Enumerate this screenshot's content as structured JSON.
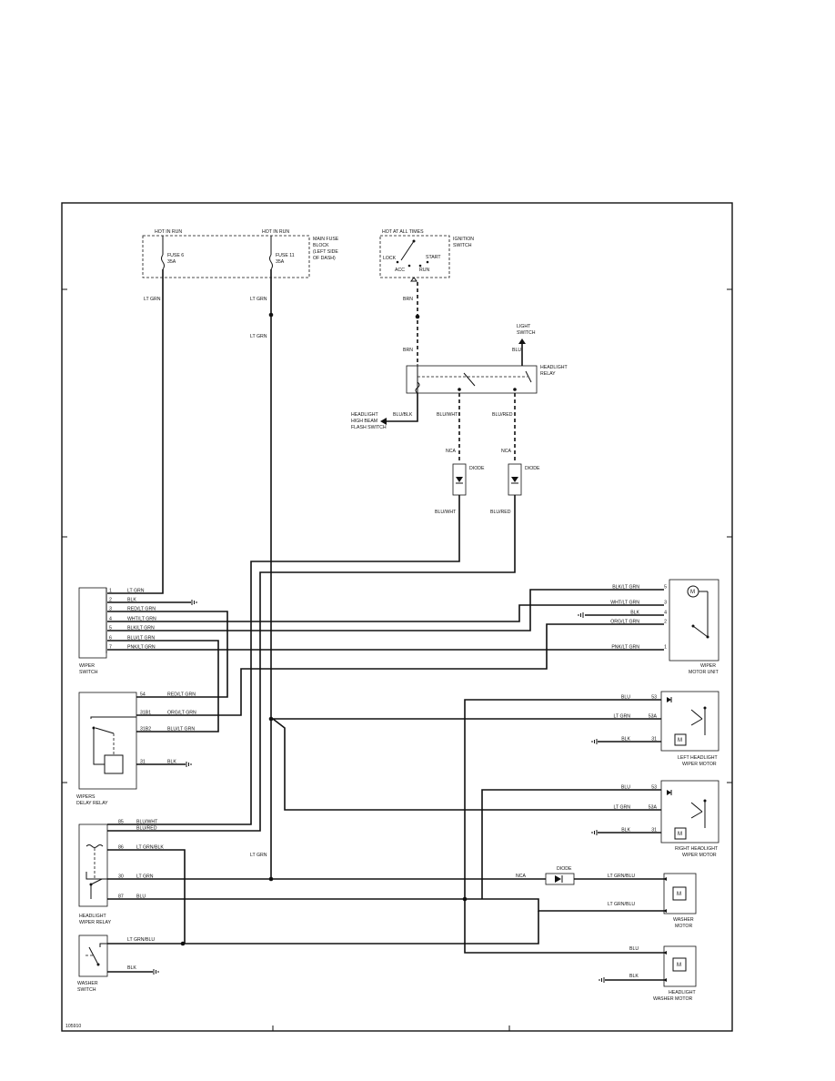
{
  "fuse_block": {
    "hot1": "HOT IN RUN",
    "hot2": "HOT IN RUN",
    "fuse6": "FUSE 6",
    "amp6": "35A",
    "fuse11": "FUSE 11",
    "amp11": "35A",
    "name": [
      "MAIN FUSE",
      "BLOCK",
      "(LEFT SIDE",
      "OF DASH)"
    ]
  },
  "ignition": {
    "hot": "HOT AT ALL TIMES",
    "name": [
      "IGNITION",
      "SWITCH"
    ],
    "lock": "LOCK",
    "start": "START",
    "acc": "ACC",
    "run": "RUN"
  },
  "headlight_relay": {
    "name": [
      "HEADLIGHT",
      "RELAY"
    ],
    "brn_top": "BRN",
    "brn_bot": "BRN",
    "light_switch": [
      "LIGHT",
      "SWITCH"
    ],
    "blu": "BLU",
    "blu_blk": "BLU/BLK",
    "flash": [
      "HEADLIGHT",
      "HIGH BEAM",
      "FLASH SWITCH"
    ],
    "blu_wht": "BLU/WHT",
    "blu_red": "BLU/RED"
  },
  "diodes": {
    "nca1": "NCA",
    "nca2": "NCA",
    "d1": "DIODE",
    "d2": "DIODE",
    "blu_wht": "BLU/WHT",
    "blu_red": "BLU/RED"
  },
  "wires": {
    "lt_grn_1": "LT GRN",
    "lt_grn_2": "LT GRN",
    "lt_grn_3": "LT GRN",
    "lt_grn_4": "LT GRN"
  },
  "wiper_switch": {
    "name": [
      "WIPER",
      "SWITCH"
    ],
    "pins": [
      {
        "n": "1",
        "c": "LT GRN"
      },
      {
        "n": "2",
        "c": "BLK"
      },
      {
        "n": "3",
        "c": "RED/LT GRN"
      },
      {
        "n": "4",
        "c": "WHT/LT GRN"
      },
      {
        "n": "5",
        "c": "BLK/LT GRN"
      },
      {
        "n": "6",
        "c": "BLU/LT GRN"
      },
      {
        "n": "7",
        "c": "PNK/LT GRN"
      }
    ]
  },
  "wiper_motor": {
    "name": [
      "WIPER",
      "MOTOR UNIT"
    ],
    "pins": [
      {
        "n": "5",
        "c": "BLK/LT GRN"
      },
      {
        "n": "3",
        "c": "WHT/LT GRN"
      },
      {
        "n": "4",
        "c": "BLK"
      },
      {
        "n": "2",
        "c": "ORG/LT GRN"
      },
      {
        "n": "1",
        "c": "PNK/LT GRN"
      }
    ]
  },
  "delay_relay": {
    "name": [
      "WIPERS",
      "DELAY RELAY"
    ],
    "pins": [
      {
        "n": "54",
        "c": "RED/LT GRN"
      },
      {
        "n": "31B1",
        "c": "ORG/LT GRN"
      },
      {
        "n": "31B2",
        "c": "BLU/LT GRN"
      },
      {
        "n": "31",
        "c": "BLK"
      }
    ]
  },
  "left_hl_motor": {
    "name": [
      "LEFT HEADLIGHT",
      "WIPER MOTOR"
    ],
    "pins": [
      {
        "n": "53",
        "c": "BLU"
      },
      {
        "n": "53A",
        "c": "LT GRN"
      },
      {
        "n": "31",
        "c": "BLK"
      }
    ]
  },
  "right_hl_motor": {
    "name": [
      "RIGHT HEADLIGHT",
      "WIPER MOTOR"
    ],
    "pins": [
      {
        "n": "53",
        "c": "BLU"
      },
      {
        "n": "53A",
        "c": "LT GRN"
      },
      {
        "n": "31",
        "c": "BLK"
      }
    ]
  },
  "hl_wiper_relay": {
    "name": [
      "HEADLIGHT",
      "WIPER RELAY"
    ],
    "pins": [
      {
        "n": "85",
        "c": "BLU/WHT"
      },
      {
        "n": "",
        "c": "BLU/RED"
      },
      {
        "n": "86",
        "c": "LT GRN/BLK"
      },
      {
        "n": "30",
        "c": "LT GRN"
      },
      {
        "n": "87",
        "c": "BLU"
      }
    ]
  },
  "washer": {
    "nca": "NCA",
    "diode": "DIODE",
    "lt_grn_blu_1": "LT GRN/BLU",
    "lt_grn_blu_2": "LT GRN/BLU",
    "motor": [
      "WASHER",
      "MOTOR"
    ],
    "switch": [
      "WASHER",
      "SWITCH"
    ],
    "sw_wire": "LT GRN/BLU",
    "sw_blk": "BLK"
  },
  "hl_washer": {
    "blu": "BLU",
    "blk": "BLK",
    "name": [
      "HEADLIGHT",
      "WASHER MOTOR"
    ]
  },
  "figure_id": "105910"
}
